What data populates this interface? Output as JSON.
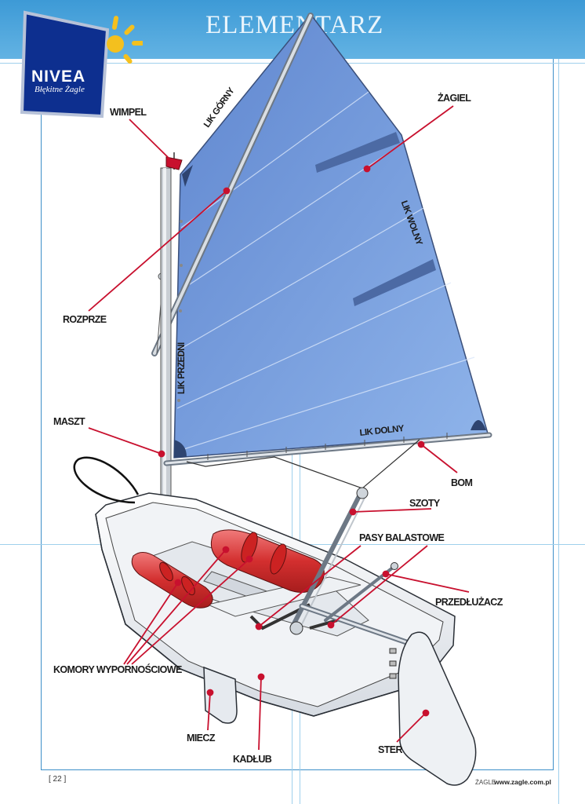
{
  "header": {
    "title": "ELEMENTARZ"
  },
  "logo": {
    "brand": "NIVEA",
    "tagline": "Błękitne Żagle"
  },
  "labels": {
    "wimpel": "WIMPEL",
    "zagiel": "ŻAGIEL",
    "lik_gorny": "LIK GÓRNY",
    "lik_wolny": "LIK WOLNY",
    "rozprze": "ROZPRZE",
    "lik_przedni": "LIK PRZEDNI",
    "maszt": "MASZT",
    "lik_dolny": "LIK DOLNY",
    "bom": "BOM",
    "szoty": "SZOTY",
    "pasy_balastowe": "PASY BALASTOWE",
    "przedluzacz": "PRZEDŁUŻACZ",
    "komory": "KOMORY WYPORNOŚCIOWE",
    "miecz": "MIECZ",
    "kadlub": "KADŁUB",
    "ster": "STER"
  },
  "footer": {
    "page": "[ 22 ]",
    "brand": "ŻAGLE",
    "url": "www.zagle.com.pl"
  },
  "colors": {
    "header": "#4aa4dc",
    "sail": "#6f96d8",
    "pointer": "#c8102e",
    "cushion": "#d93a3a"
  }
}
